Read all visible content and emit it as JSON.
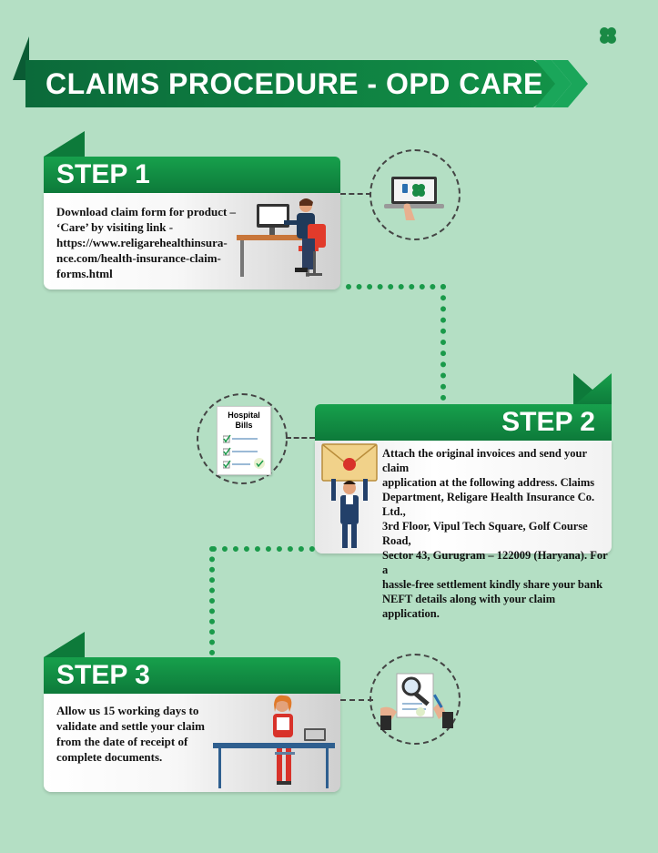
{
  "title": "CLAIMS PROCEDURE - OPD CARE",
  "colors": {
    "background": "#b4dfc4",
    "accent_green": "#129348",
    "dark_green": "#0b6a3a"
  },
  "steps": [
    {
      "label": "STEP 1",
      "text_lines": [
        "Download claim form for product –",
        "‘Care’ by visiting link -",
        "https://www.religarehealthinsura-",
        "nce.com/health-insurance-claim-",
        "forms.html"
      ],
      "icon": "laptop-clover-icon"
    },
    {
      "label": "STEP 2",
      "text_lines": [
        "Attach the original invoices and send your claim",
        "application at the following address. Claims",
        "Department, Religare Health Insurance Co. Ltd.,",
        "3rd Floor, Vipul Tech Square, Golf Course Road,",
        "Sector 43, Gurugram – 122009 (Haryana). For a",
        "hassle-free settlement kindly share your bank",
        "NEFT details along with your claim application."
      ],
      "icon": "hospital-bills-icon",
      "icon_text": "Hospital Bills"
    },
    {
      "label": "STEP 3",
      "text_lines": [
        "Allow us 15 working days to",
        "validate and settle your claim",
        "from the date of receipt of",
        "complete documents."
      ],
      "icon": "magnifier-document-icon"
    }
  ]
}
